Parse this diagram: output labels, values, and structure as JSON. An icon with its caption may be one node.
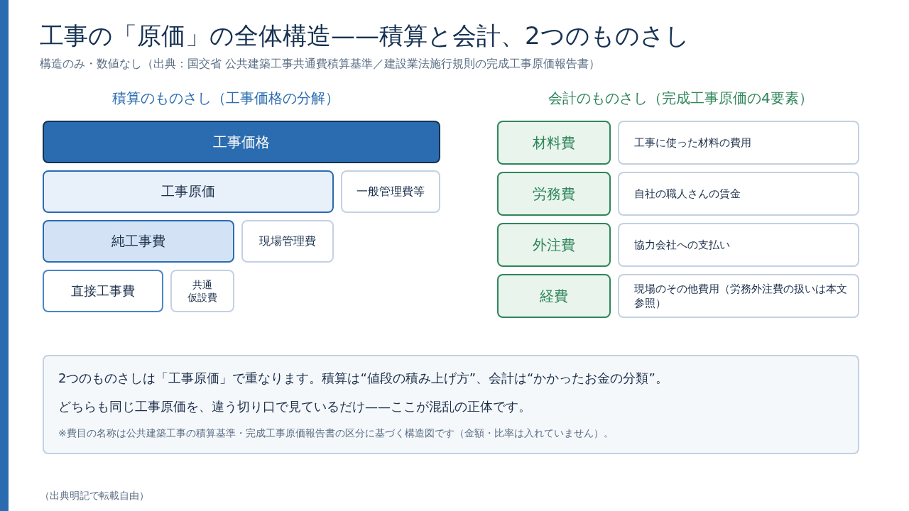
{
  "diagram": {
    "title": "工事の「原価」の全体構造——積算と会計、2つのものさし",
    "nodes": [
      {
        "text": [
          "工事価格"
        ]
      },
      {
        "text": [
          "工事原価"
        ]
      },
      {
        "text": [
          "一般管理費等"
        ]
      },
      {
        "text": [
          "純工事費"
        ]
      },
      {
        "text": [
          "現場管理費"
        ]
      },
      {
        "text": [
          "直接工事費"
        ]
      },
      {
        "text": [
          "共通仮設費"
        ]
      },
      {
        "text": [
          "材料費"
        ]
      },
      {
        "text": [
          "工事に使った材料の費用"
        ]
      },
      {
        "text": [
          "労務費"
        ]
      },
      {
        "text": [
          "自社の職人さんの賃金"
        ]
      },
      {
        "text": [
          "外注費"
        ]
      },
      {
        "text": [
          "協力会社への支払い"
        ]
      },
      {
        "text": [
          "経費"
        ]
      },
      {
        "text": [
          "現場のその他費用（労務外注費の扱いは本文参照）"
        ]
      },
      {
        "text": [
          "2つのものさしは「工事原価」で重なります。積算は“値段の積み上げ方”、会計は“かかったお金の分類”。",
          "どちらも同じ工事原価を、違う切り口で見ているだけ——ここが混乱の正体です。",
          "※費目の名称は公共建築工事の積算基準・完成工事原価報告書の区分に基づく構造図です（金額・比率は入れていません）。"
        ]
      }
    ],
    "edges": [],
    "labels": [
      "構造のみ・数値なし（出典：国交省 公共建築工事共通費積算基準／建設業法施行規則の完成工事原価報告書）",
      "積算のものさし（工事価格の分解）",
      "会計のものさし（完成工事原価の4要素）",
      "（出典明記で転載自由）"
    ]
  }
}
